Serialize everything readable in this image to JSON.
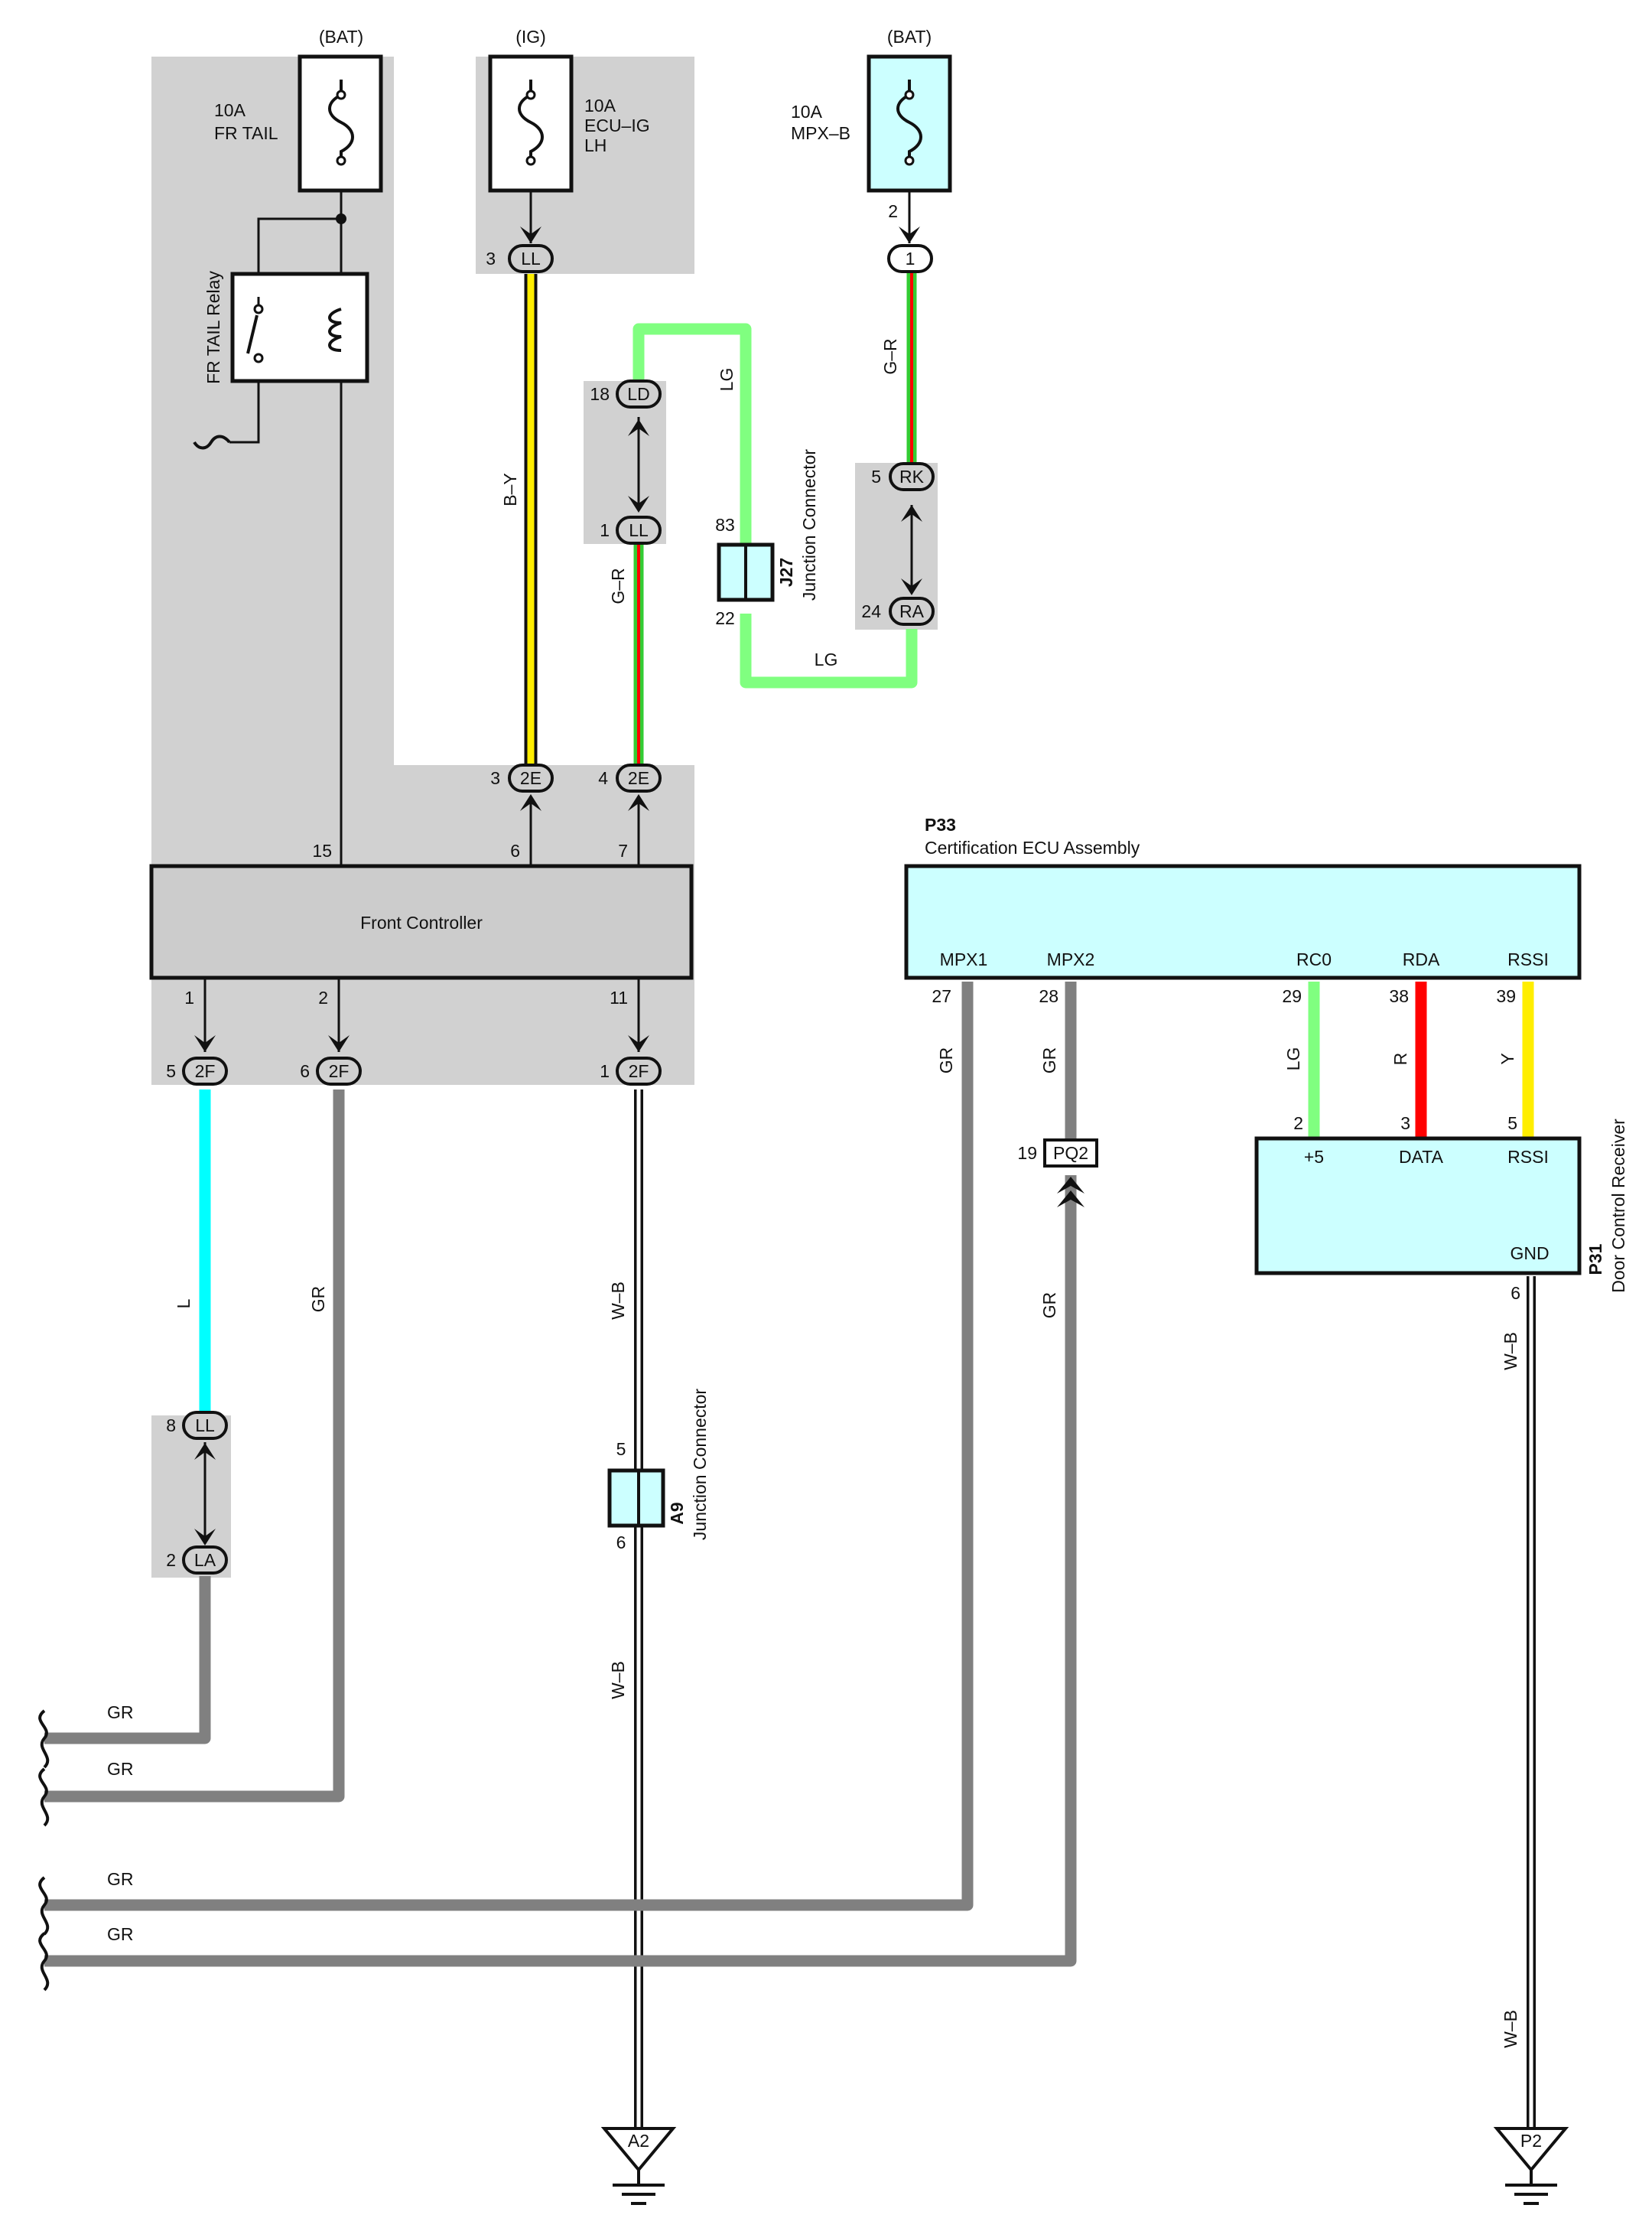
{
  "fuses": [
    {
      "source": "(BAT)",
      "rating": "10A",
      "name": "FR TAIL"
    },
    {
      "source": "(IG)",
      "rating": "10A",
      "name_line1": "ECU–IG",
      "name_line2": "LH"
    },
    {
      "source": "(BAT)",
      "rating": "10A",
      "name": "MPX–B"
    }
  ],
  "relay": "FR TAIL Relay",
  "front_controller": {
    "name": "Front Controller",
    "pins": [
      "15",
      "6",
      "7",
      "1",
      "2",
      "11"
    ]
  },
  "connectors": {
    "LL_top": {
      "code": "LL",
      "pin": "3"
    },
    "fuse3_out_pin": "2",
    "c1": {
      "code": "1"
    },
    "LD": {
      "code": "LD",
      "pin": "18"
    },
    "LL_mid": {
      "code": "LL",
      "pin": "1"
    },
    "RK": {
      "code": "RK",
      "pin": "5"
    },
    "RA": {
      "code": "RA",
      "pin": "24"
    },
    "2E_a": {
      "code": "2E",
      "pin": "3"
    },
    "2E_b": {
      "code": "2E",
      "pin": "4"
    },
    "2F_a": {
      "code": "2F",
      "pin": "5"
    },
    "2F_b": {
      "code": "2F",
      "pin": "6"
    },
    "2F_c": {
      "code": "2F",
      "pin": "1"
    },
    "LL_low": {
      "code": "LL",
      "pin": "8"
    },
    "LA": {
      "code": "LA",
      "pin": "2"
    },
    "PQ2": {
      "code": "PQ2",
      "pin": "19"
    }
  },
  "wires": {
    "by": "B–Y",
    "gr_red_1": "G–R",
    "gr_red_2": "G–R",
    "lg_1": "LG",
    "lg_2": "LG",
    "l": "L",
    "gr_v1": "GR",
    "wb_1": "W–B",
    "wb_2": "W–B",
    "mpx1_v": "GR",
    "mpx2_v1": "GR",
    "mpx2_v2": "GR",
    "rc0_v": "LG",
    "rda_v": "R",
    "rssi_v": "Y",
    "wb_3": "W–B",
    "wb_4": "W–B",
    "gr_h1": "GR",
    "gr_h2": "GR",
    "gr_h3": "GR",
    "gr_h4": "GR"
  },
  "j27": {
    "id": "J27",
    "name": "Junction Connector",
    "pin_top": "83",
    "pin_bottom": "22"
  },
  "a9": {
    "id": "A9",
    "name": "Junction Connector",
    "pin_top": "5",
    "pin_bottom": "6"
  },
  "p33": {
    "id": "P33",
    "name": "Certification ECU Assembly",
    "terminals": [
      {
        "name": "MPX1",
        "pin": "27"
      },
      {
        "name": "MPX2",
        "pin": "28"
      },
      {
        "name": "RC0",
        "pin": "29"
      },
      {
        "name": "RDA",
        "pin": "38"
      },
      {
        "name": "RSSI",
        "pin": "39"
      }
    ]
  },
  "p31": {
    "id": "P31",
    "name": "Door Control Receiver",
    "terminals": [
      {
        "name": "+5",
        "pin": "2"
      },
      {
        "name": "DATA",
        "pin": "3"
      },
      {
        "name": "RSSI",
        "pin": "5"
      },
      {
        "name": "GND",
        "pin": "6"
      }
    ]
  },
  "grounds": [
    "A2",
    "P2"
  ],
  "colors": {
    "gray_area": "#d1d1d1",
    "light_blue": "#ccffff",
    "wire_gr": "#808080",
    "wire_lg": "#80ff80",
    "wire_l": "#00ffff",
    "wire_r": "#ff0000",
    "wire_y": "#ffee00",
    "wire_g": "#33cc33"
  }
}
